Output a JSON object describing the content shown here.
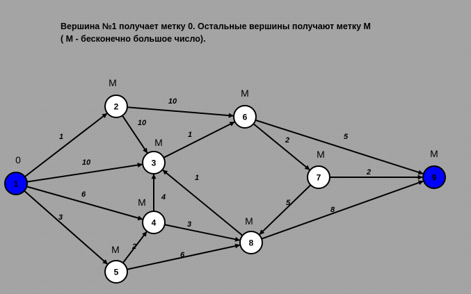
{
  "caption": {
    "line1": "Вершина №1 получает метку 0. Остальные вершины получают метку М",
    "line2": "( М - бесконечно большое число)."
  },
  "colors": {
    "background": "#a5a5a5",
    "node_fill": "#ffffff",
    "node_highlight": "#0000ff",
    "edge": "#000000"
  },
  "nodes": [
    {
      "id": "1",
      "label": "1",
      "mark": "0",
      "highlight": true
    },
    {
      "id": "2",
      "label": "2",
      "mark": "M",
      "highlight": false
    },
    {
      "id": "3",
      "label": "3",
      "mark": "M",
      "highlight": false
    },
    {
      "id": "4",
      "label": "4",
      "mark": "M",
      "highlight": false
    },
    {
      "id": "5",
      "label": "5",
      "mark": "M",
      "highlight": false
    },
    {
      "id": "6",
      "label": "6",
      "mark": "M",
      "highlight": false
    },
    {
      "id": "7",
      "label": "7",
      "mark": "M",
      "highlight": false
    },
    {
      "id": "8",
      "label": "8",
      "mark": "M",
      "highlight": false
    },
    {
      "id": "9",
      "label": "9",
      "mark": "M",
      "highlight": true
    }
  ],
  "edges": [
    {
      "from": "1",
      "to": "2",
      "weight": "1"
    },
    {
      "from": "1",
      "to": "3",
      "weight": "10"
    },
    {
      "from": "1",
      "to": "4",
      "weight": "6"
    },
    {
      "from": "1",
      "to": "5",
      "weight": "3"
    },
    {
      "from": "2",
      "to": "6",
      "weight": "10"
    },
    {
      "from": "2",
      "to": "3",
      "weight": "10"
    },
    {
      "from": "3",
      "to": "6",
      "weight": "1"
    },
    {
      "from": "4",
      "to": "3",
      "weight": "4"
    },
    {
      "from": "4",
      "to": "8",
      "weight": "3"
    },
    {
      "from": "5",
      "to": "4",
      "weight": "2"
    },
    {
      "from": "5",
      "to": "8",
      "weight": "6"
    },
    {
      "from": "6",
      "to": "7",
      "weight": "2"
    },
    {
      "from": "6",
      "to": "9",
      "weight": "5"
    },
    {
      "from": "7",
      "to": "9",
      "weight": "2"
    },
    {
      "from": "7",
      "to": "8",
      "weight": "5"
    },
    {
      "from": "8",
      "to": "3",
      "weight": "1"
    },
    {
      "from": "8",
      "to": "9",
      "weight": "8"
    }
  ]
}
